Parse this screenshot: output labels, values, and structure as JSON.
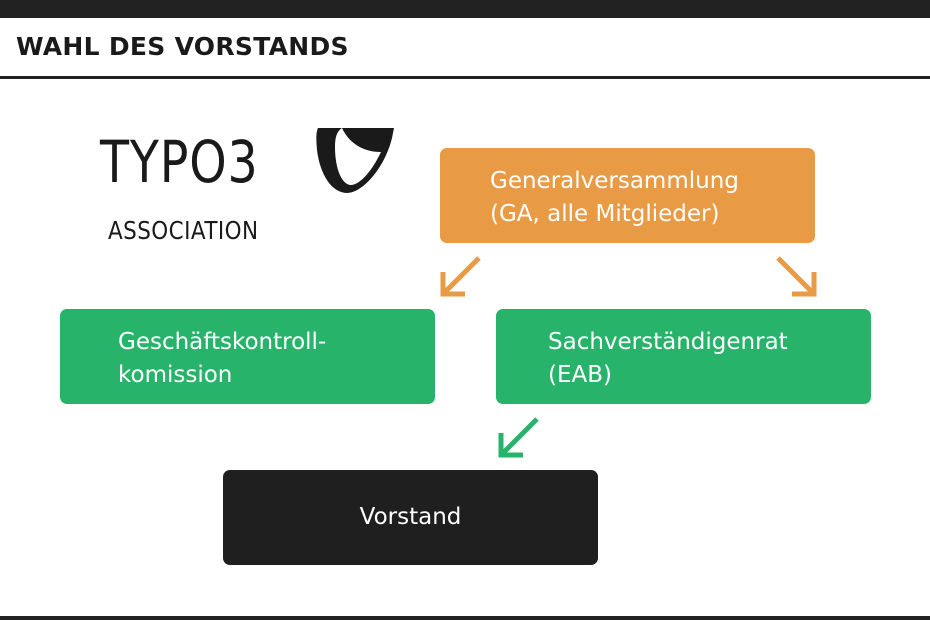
{
  "header": {
    "title": "WAHL DES VORSTANDS"
  },
  "logo": {
    "wordmark": "TYPO3",
    "subtitle": "ASSOCIATION"
  },
  "nodes": {
    "general_assembly": "Generalversammlung\n(GA, alle Mitglieder)",
    "audit_commission": "Geschäftskontroll-\nkomission",
    "expert_council": "Sachverständigenrat\n(EAB)",
    "board": "Vorstand"
  },
  "colors": {
    "orange": "#e99a45",
    "green": "#27b36a",
    "dark": "#1f1f1f"
  }
}
